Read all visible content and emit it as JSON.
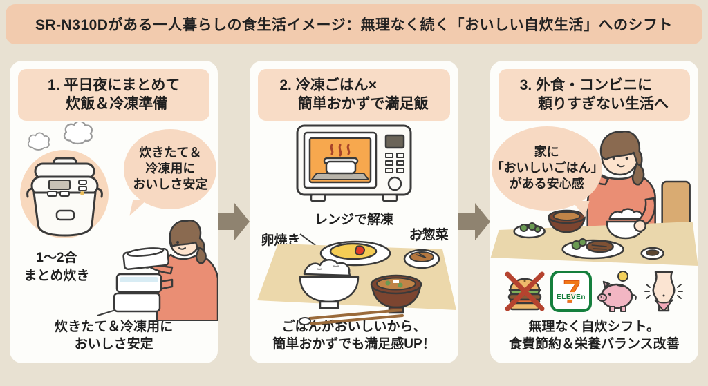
{
  "title": "SR-N310Dがある一人暮らしの食生活イメージ：無理なく続く「おいしい自炊生活」へのシフト",
  "colors": {
    "background": "#e8e1d2",
    "title_bar": "#f2cbae",
    "panel_bg": "#fdfdfa",
    "panel_header": "#f8dcc6",
    "speech_bubble": "#f7d9c2",
    "arrow": "#8f8370",
    "cross_red": "#b5432f",
    "seven_green": "#157f3d",
    "seven_orange": "#f07818",
    "pig_pink": "#f2b6c3",
    "shirt_salmon": "#ea8e74",
    "tray_tan": "#ecd8ab",
    "text": "#1f1f1f"
  },
  "panels": [
    {
      "heading_line1": "1. 平日夜にまとめて",
      "heading_line2": "炊飯＆冷凍準備",
      "bubble": [
        "炊きたて＆",
        "冷凍用に",
        "おいしさ安定"
      ],
      "batch_label": [
        "1〜2合",
        "まとめ炊き"
      ],
      "caption": [
        "炊きたて＆冷凍用に",
        "おいしさ安定"
      ]
    },
    {
      "heading_line1": "2. 冷凍ごはん×",
      "heading_line2": "簡単おかずで満足飯",
      "microwave_label": "レンジで解凍",
      "food_labels": {
        "left": "卵焼き",
        "right": "お惣菜"
      },
      "caption": [
        "ごはんがおいしいから、",
        "簡単おかずでも満足感UP！"
      ]
    },
    {
      "heading_line1": "3. 外食・コンビニに",
      "heading_line2": "頼りすぎない生活へ",
      "bubble": [
        "家に",
        "「おいしいごはん」",
        "がある安心感"
      ],
      "caption": [
        "無理なく自炊シフト。",
        "食費節約＆栄養バランス改善"
      ]
    }
  ],
  "seven_eleven_logo": {
    "seven": "7",
    "eleven": "ELEVEn"
  }
}
